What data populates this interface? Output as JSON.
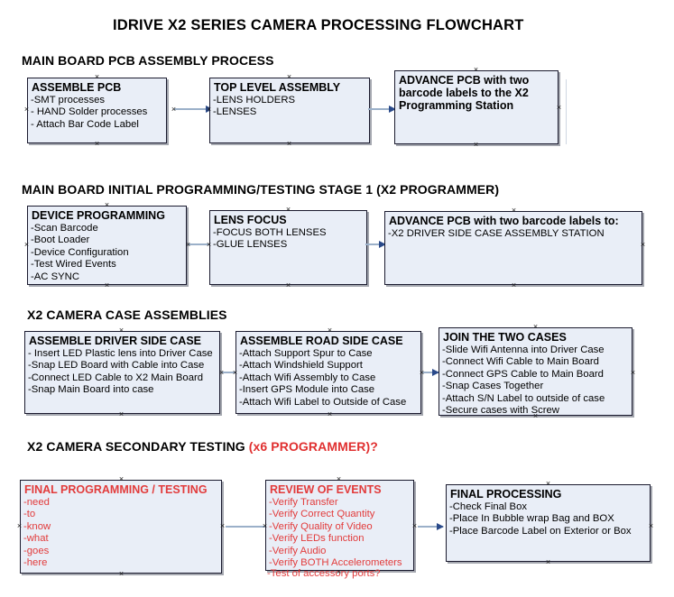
{
  "document": {
    "title": "IDRIVE X2  SERIES CAMERA PROCESSING FLOWCHART"
  },
  "sections": [
    {
      "id": "main-board-pcb-assembly",
      "heading": "MAIN BOARD PCB ASSEMBLY PROCESS",
      "heading_red": "",
      "nodes": [
        {
          "id": "assemble-pcb",
          "title": "ASSEMBLE PCB",
          "items": [
            "-SMT processes",
            "- HAND Solder processes",
            "- Attach Bar Code Label"
          ]
        },
        {
          "id": "top-level-assembly",
          "title": "TOP LEVEL ASSEMBLY",
          "items": [
            "-LENS HOLDERS",
            "-LENSES"
          ]
        },
        {
          "id": "advance-pcb-x2-programming-station",
          "title": "ADVANCE PCB with two barcode labels to the  X2 Programming Station",
          "items": []
        }
      ]
    },
    {
      "id": "main-board-initial-programming",
      "heading": "MAIN BOARD INITIAL PROGRAMMING/TESTING STAGE 1 (X2 PROGRAMMER)",
      "heading_red": "",
      "nodes": [
        {
          "id": "device-programming",
          "title": "DEVICE PROGRAMMING",
          "items": [
            "-Scan Barcode",
            "-Boot Loader",
            "-Device Configuration",
            "-Test Wired Events",
            "-AC SYNC"
          ]
        },
        {
          "id": "lens-focus",
          "title": "LENS FOCUS",
          "items": [
            "-FOCUS BOTH LENSES",
            "-GLUE LENSES"
          ]
        },
        {
          "id": "advance-pcb-driver-side-case",
          "title": "ADVANCE PCB with two barcode labels to:",
          "items": [
            "-X2 DRIVER  SIDE  CASE  ASSEMBLY STATION"
          ]
        }
      ]
    },
    {
      "id": "x2-camera-case-assemblies",
      "heading": "X2 CAMERA CASE ASSEMBLIES",
      "heading_red": "",
      "nodes": [
        {
          "id": "assemble-driver-side-case",
          "title": "ASSEMBLE DRIVER SIDE CASE",
          "items": [
            "- Insert LED Plastic lens into Driver Case",
            "-Snap LED Board with Cable into Case",
            "-Connect LED Cable to X2 Main Board",
            "-Snap Main Board into case"
          ]
        },
        {
          "id": "assemble-road-side-case",
          "title": "ASSEMBLE ROAD SIDE CASE",
          "items": [
            "-Attach Support Spur to Case",
            "-Attach Windshield Support",
            "-Attach Wifi Assembly to Case",
            "-Insert GPS Module into Case",
            "-Attach Wifi Label to Outside of Case"
          ]
        },
        {
          "id": "join-the-two-cases",
          "title": "JOIN THE TWO CASES",
          "items": [
            "-Slide Wifi Antenna into Driver Case",
            "-Connect Wifi Cable to Main Board",
            "-Connect GPS Cable to Main Board",
            "-Snap Cases Together",
            "-Attach S/N Label to outside of case",
            "-Secure cases with Screw"
          ]
        }
      ]
    },
    {
      "id": "x2-camera-secondary-testing",
      "heading": "X2 CAMERA SECONDARY TESTING ",
      "heading_red": "(x6 PROGRAMMER)?",
      "nodes": [
        {
          "id": "final-programming-testing",
          "title": "FINAL PROGRAMMING / TESTING",
          "items": [
            "-need",
            "-to",
            "-know",
            "-what",
            "-goes",
            "-here"
          ]
        },
        {
          "id": "review-of-events",
          "title": "REVIEW OF EVENTS",
          "items": [
            "-Verify Transfer",
            "-Verify Correct Quantity",
            "-Verify Quality of Video",
            "-Verify LEDs function",
            "-Verify Audio",
            "-Verify BOTH Accelerometers"
          ],
          "overflow_item": "-Test of accessory ports?"
        },
        {
          "id": "final-processing",
          "title": "FINAL PROCESSING",
          "items": [
            " -Check Final Box",
            "-Place In Bubble wrap Bag and BOX",
            "-Place Barcode Label on Exterior or Box"
          ]
        }
      ]
    }
  ],
  "colors": {
    "node_fill": "#e9eef7",
    "node_border": "#1a1a2e",
    "connector": "#9bb0c9",
    "arrowhead": "#2a4a8a",
    "red_text": "#e23b3b",
    "heading_text": "#000000"
  }
}
